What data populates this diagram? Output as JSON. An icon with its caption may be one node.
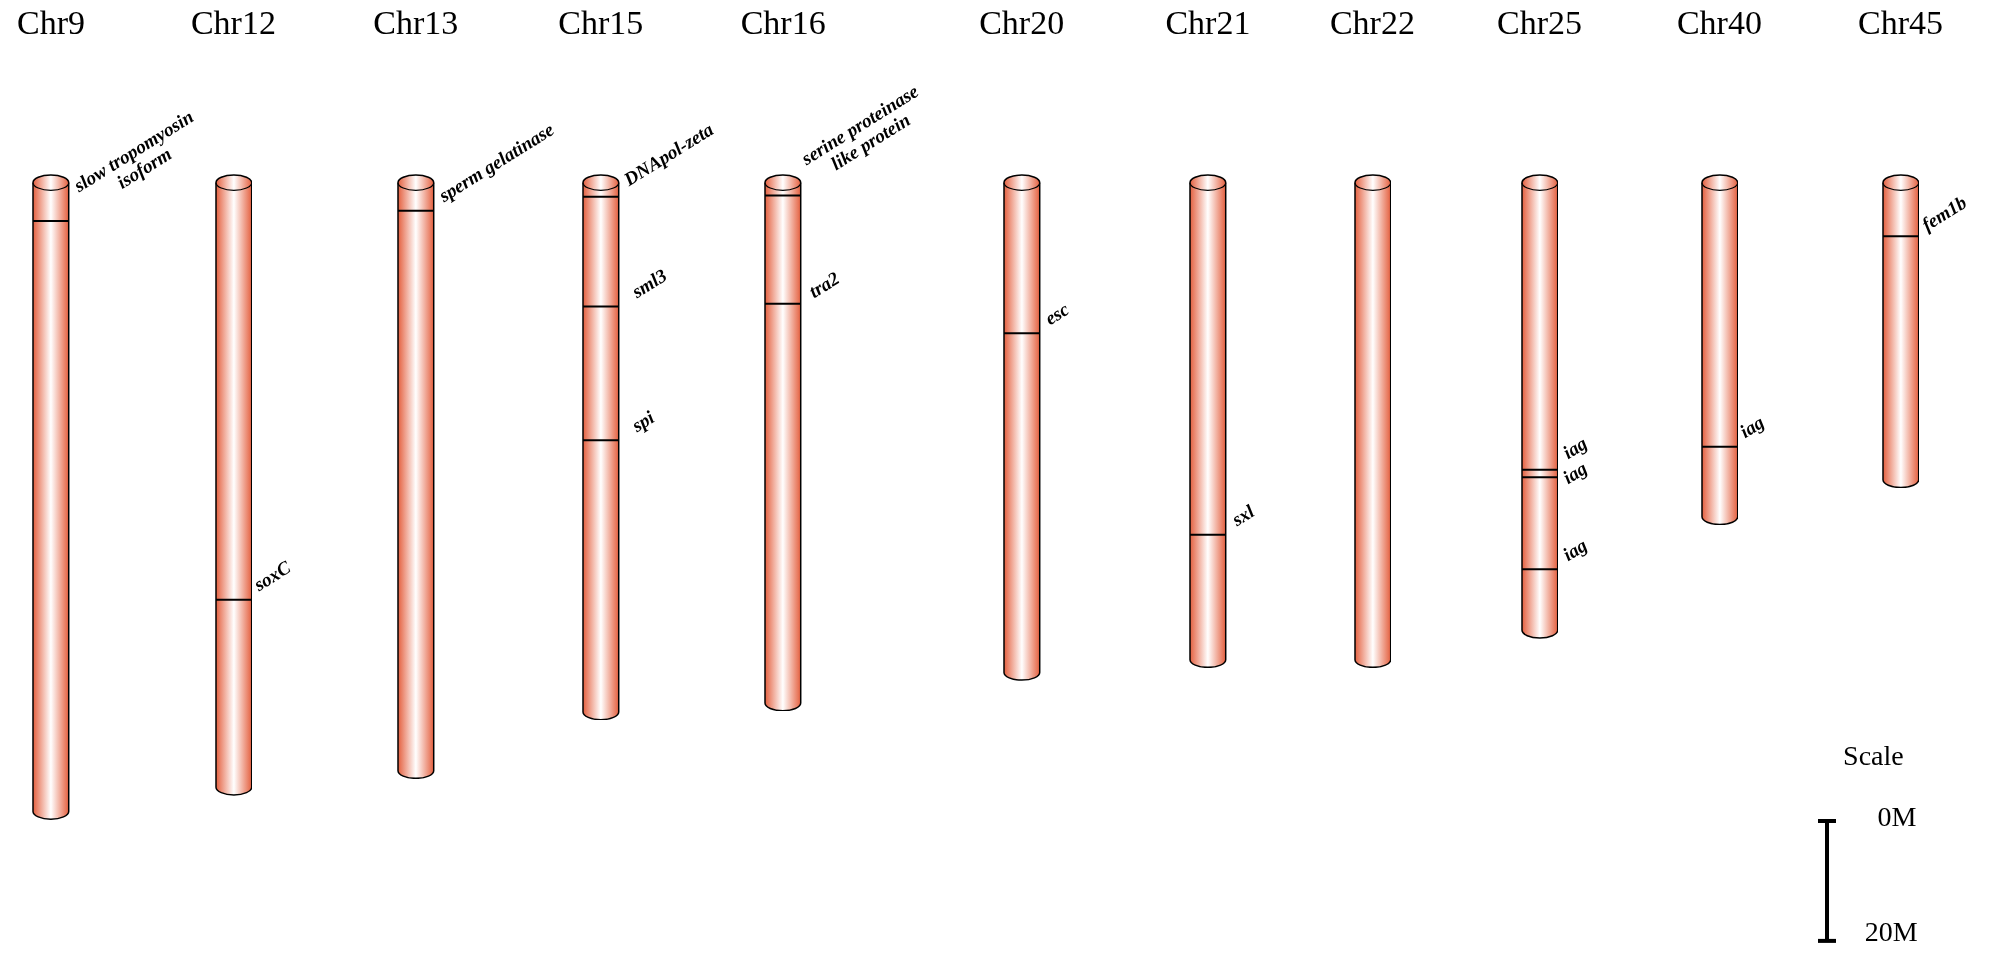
{
  "diagram": {
    "nodes": [
      {
        "text": [
          "Chr9"
        ],
        "beside": [
          "slow tropomyosin isoform"
        ]
      },
      {
        "text": [
          "Chr12"
        ],
        "beside": [
          "soxC"
        ]
      },
      {
        "text": [
          "Chr13"
        ],
        "beside": [
          "sperm gelatinase"
        ]
      },
      {
        "text": [
          "Chr15"
        ],
        "beside": [
          "DNApol-zeta",
          "sml3",
          "spi"
        ]
      },
      {
        "text": [
          "Chr16"
        ],
        "beside": [
          "serine proteinase like protein",
          "tra2"
        ]
      },
      {
        "text": [
          "Chr20"
        ],
        "beside": [
          "esc"
        ]
      },
      {
        "text": [
          "Chr21"
        ],
        "beside": [
          "sxl"
        ]
      },
      {
        "text": [
          "Chr22"
        ]
      },
      {
        "text": [
          "Chr25"
        ],
        "beside": [
          "iag",
          "iag",
          "iag"
        ]
      },
      {
        "text": [
          "Chr40"
        ],
        "beside": [
          "iag"
        ]
      },
      {
        "text": [
          "Chr45"
        ],
        "beside": [
          "fem1b"
        ]
      }
    ],
    "edges": [],
    "labels": [
      "Scale",
      "0M",
      "20M"
    ]
  }
}
